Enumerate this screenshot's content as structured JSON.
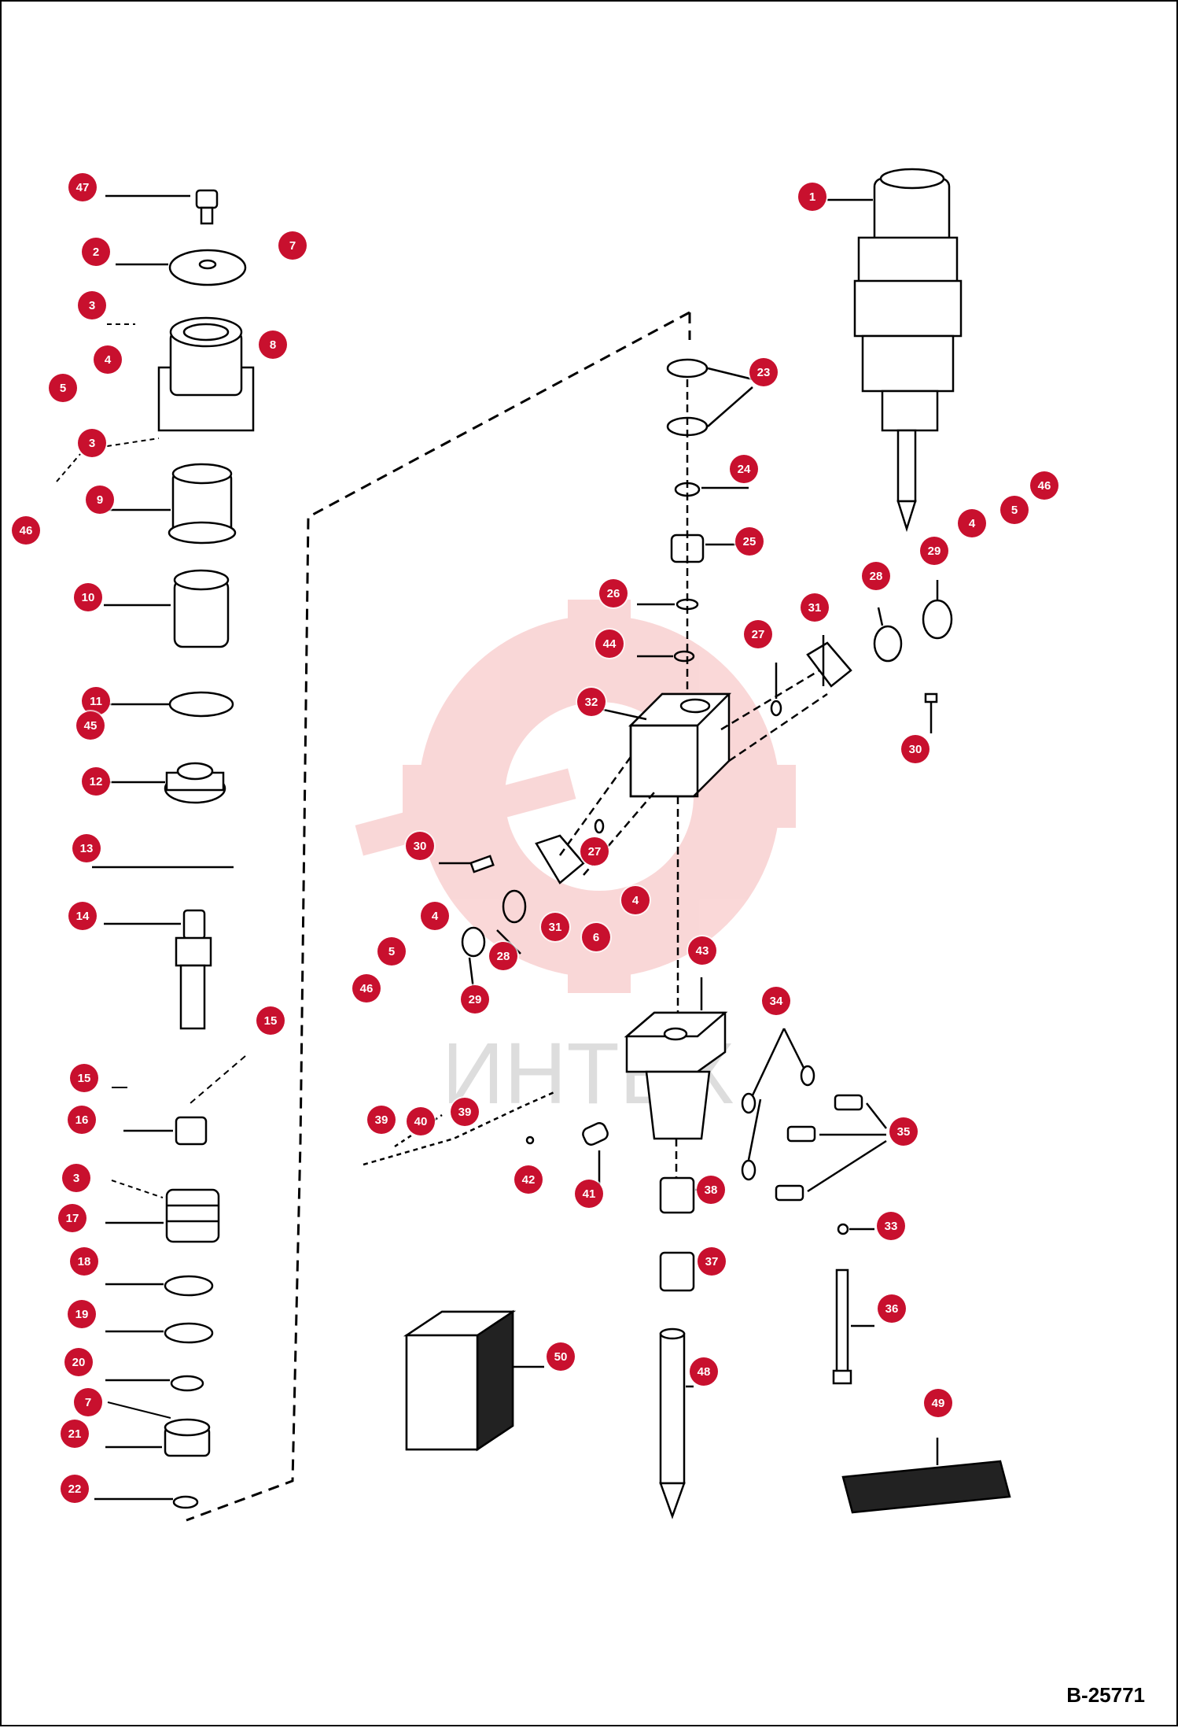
{
  "drawing": {
    "id": "B-25771",
    "watermark_text": "ИНТЕХ"
  },
  "colors": {
    "callout": "#c8102e",
    "watermark": "#f2b8b8",
    "line": "#000000"
  },
  "callouts": [
    {
      "label": "1"
    },
    {
      "label": "2"
    },
    {
      "label": "3"
    },
    {
      "label": "3"
    },
    {
      "label": "3"
    },
    {
      "label": "3"
    },
    {
      "label": "4"
    },
    {
      "label": "4"
    },
    {
      "label": "4"
    },
    {
      "label": "4"
    },
    {
      "label": "5"
    },
    {
      "label": "5"
    },
    {
      "label": "5"
    },
    {
      "label": "6"
    },
    {
      "label": "7"
    },
    {
      "label": "7"
    },
    {
      "label": "8"
    },
    {
      "label": "9"
    },
    {
      "label": "10"
    },
    {
      "label": "11"
    },
    {
      "label": "12"
    },
    {
      "label": "13"
    },
    {
      "label": "14"
    },
    {
      "label": "15"
    },
    {
      "label": "15"
    },
    {
      "label": "16"
    },
    {
      "label": "17"
    },
    {
      "label": "18"
    },
    {
      "label": "19"
    },
    {
      "label": "20"
    },
    {
      "label": "21"
    },
    {
      "label": "22"
    },
    {
      "label": "23"
    },
    {
      "label": "24"
    },
    {
      "label": "25"
    },
    {
      "label": "26"
    },
    {
      "label": "27"
    },
    {
      "label": "27"
    },
    {
      "label": "28"
    },
    {
      "label": "28"
    },
    {
      "label": "29"
    },
    {
      "label": "29"
    },
    {
      "label": "30"
    },
    {
      "label": "30"
    },
    {
      "label": "31"
    },
    {
      "label": "31"
    },
    {
      "label": "32"
    },
    {
      "label": "33"
    },
    {
      "label": "34"
    },
    {
      "label": "35"
    },
    {
      "label": "36"
    },
    {
      "label": "37"
    },
    {
      "label": "38"
    },
    {
      "label": "39"
    },
    {
      "label": "39"
    },
    {
      "label": "40"
    },
    {
      "label": "41"
    },
    {
      "label": "42"
    },
    {
      "label": "43"
    },
    {
      "label": "44"
    },
    {
      "label": "45"
    },
    {
      "label": "46"
    },
    {
      "label": "46"
    },
    {
      "label": "46"
    },
    {
      "label": "47"
    },
    {
      "label": "48"
    },
    {
      "label": "49"
    },
    {
      "label": "50"
    }
  ]
}
